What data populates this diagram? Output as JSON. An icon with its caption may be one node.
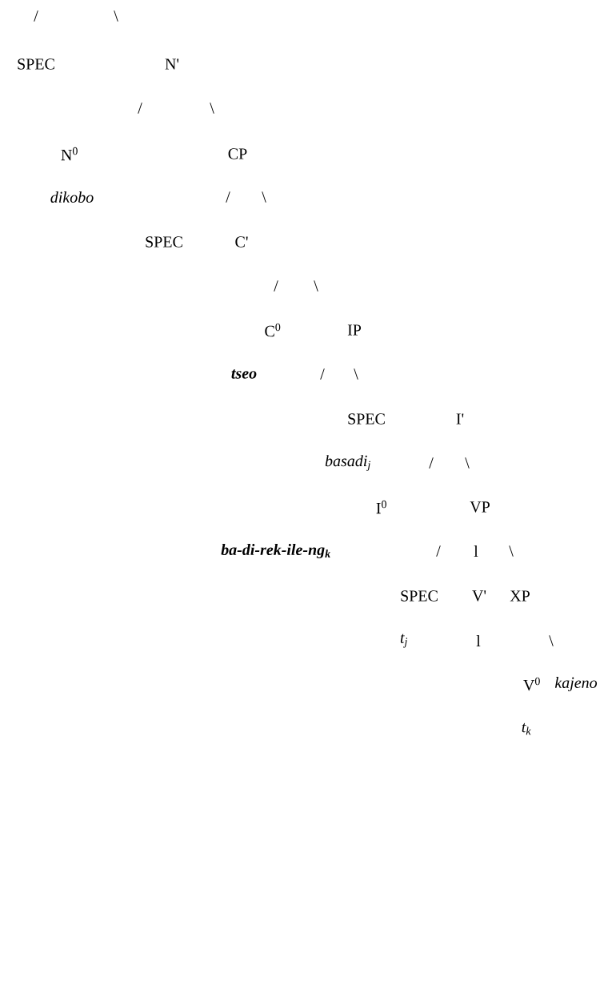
{
  "diagram": {
    "labels": [
      "/",
      "\\",
      "SPEC",
      "N'",
      "/",
      "\\",
      "N$^{0}$",
      "CP",
      "dikobo",
      "/",
      "\\",
      "SPEC",
      "C'",
      "/",
      "\\",
      "C$^{0}$",
      "IP",
      "tseo",
      "/",
      "\\",
      "SPEC",
      "I'",
      "basadi$_{j}$",
      "/",
      "\\",
      "I$^{0}$",
      "VP",
      "ba-di-rek-ile-ng$_{k}$",
      "/",
      "l",
      "\\",
      "SPEC",
      "V'",
      "XP",
      "t$_{j}$",
      "l",
      "\\",
      "V$^{0}$",
      "kajeno",
      "t$_{k}$"
    ]
  }
}
